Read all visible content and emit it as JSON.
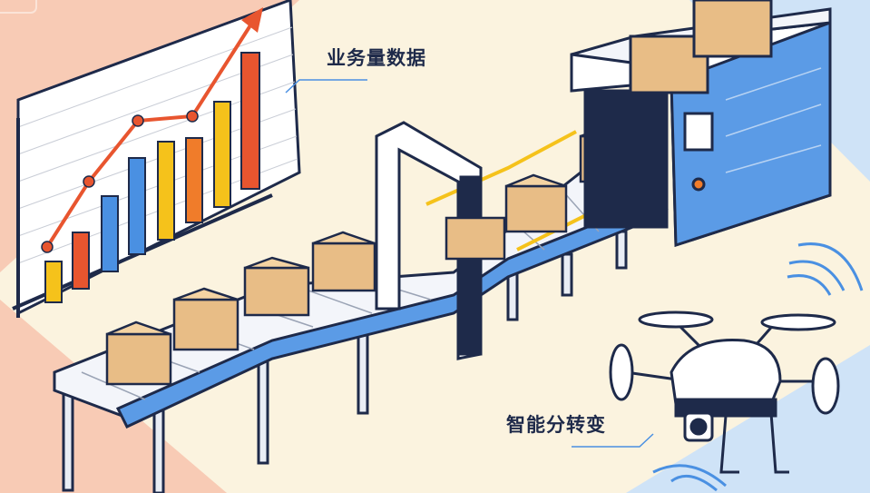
{
  "labels": {
    "business_volume_data": "业务量数据",
    "intelligent_sorting": "智能分转变"
  },
  "colors": {
    "peach_bg": "#f8cbb5",
    "cream_bg": "#fbf3df",
    "blue_bg": "#cfe3f7",
    "navy": "#1e2a4a",
    "conveyor_blue": "#5b9be6",
    "box": "#e8bd86",
    "bar_yellow": "#f5c21b",
    "bar_red": "#e8552f",
    "bar_blue": "#4a90e2",
    "bar_orange": "#f07c2a"
  },
  "icons": [
    "bar-chart-board",
    "conveyor-belt",
    "cardboard-box",
    "scanner-gate",
    "sorting-machine",
    "drone",
    "wireless-signal-icon"
  ]
}
